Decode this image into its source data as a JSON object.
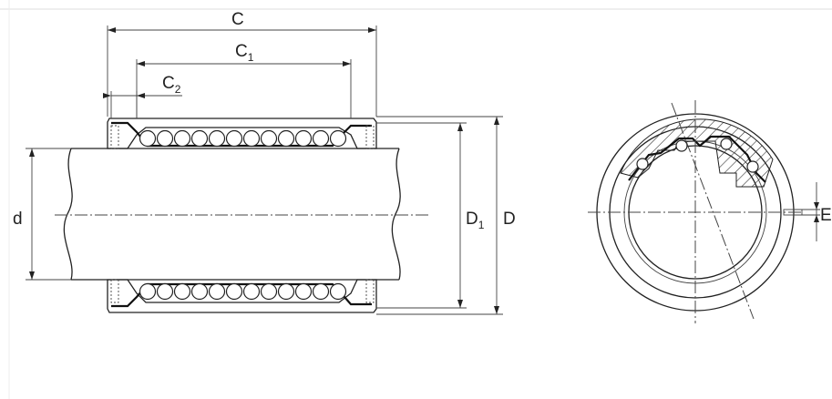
{
  "labels": {
    "C": "C",
    "C1_main": "C",
    "C1_sub": "1",
    "C2_main": "C",
    "C2_sub": "2",
    "d": "d",
    "D1_main": "D",
    "D1_sub": "1",
    "D": "D",
    "E": "E"
  },
  "colors": {
    "line": "#222222",
    "background": "#ffffff"
  }
}
